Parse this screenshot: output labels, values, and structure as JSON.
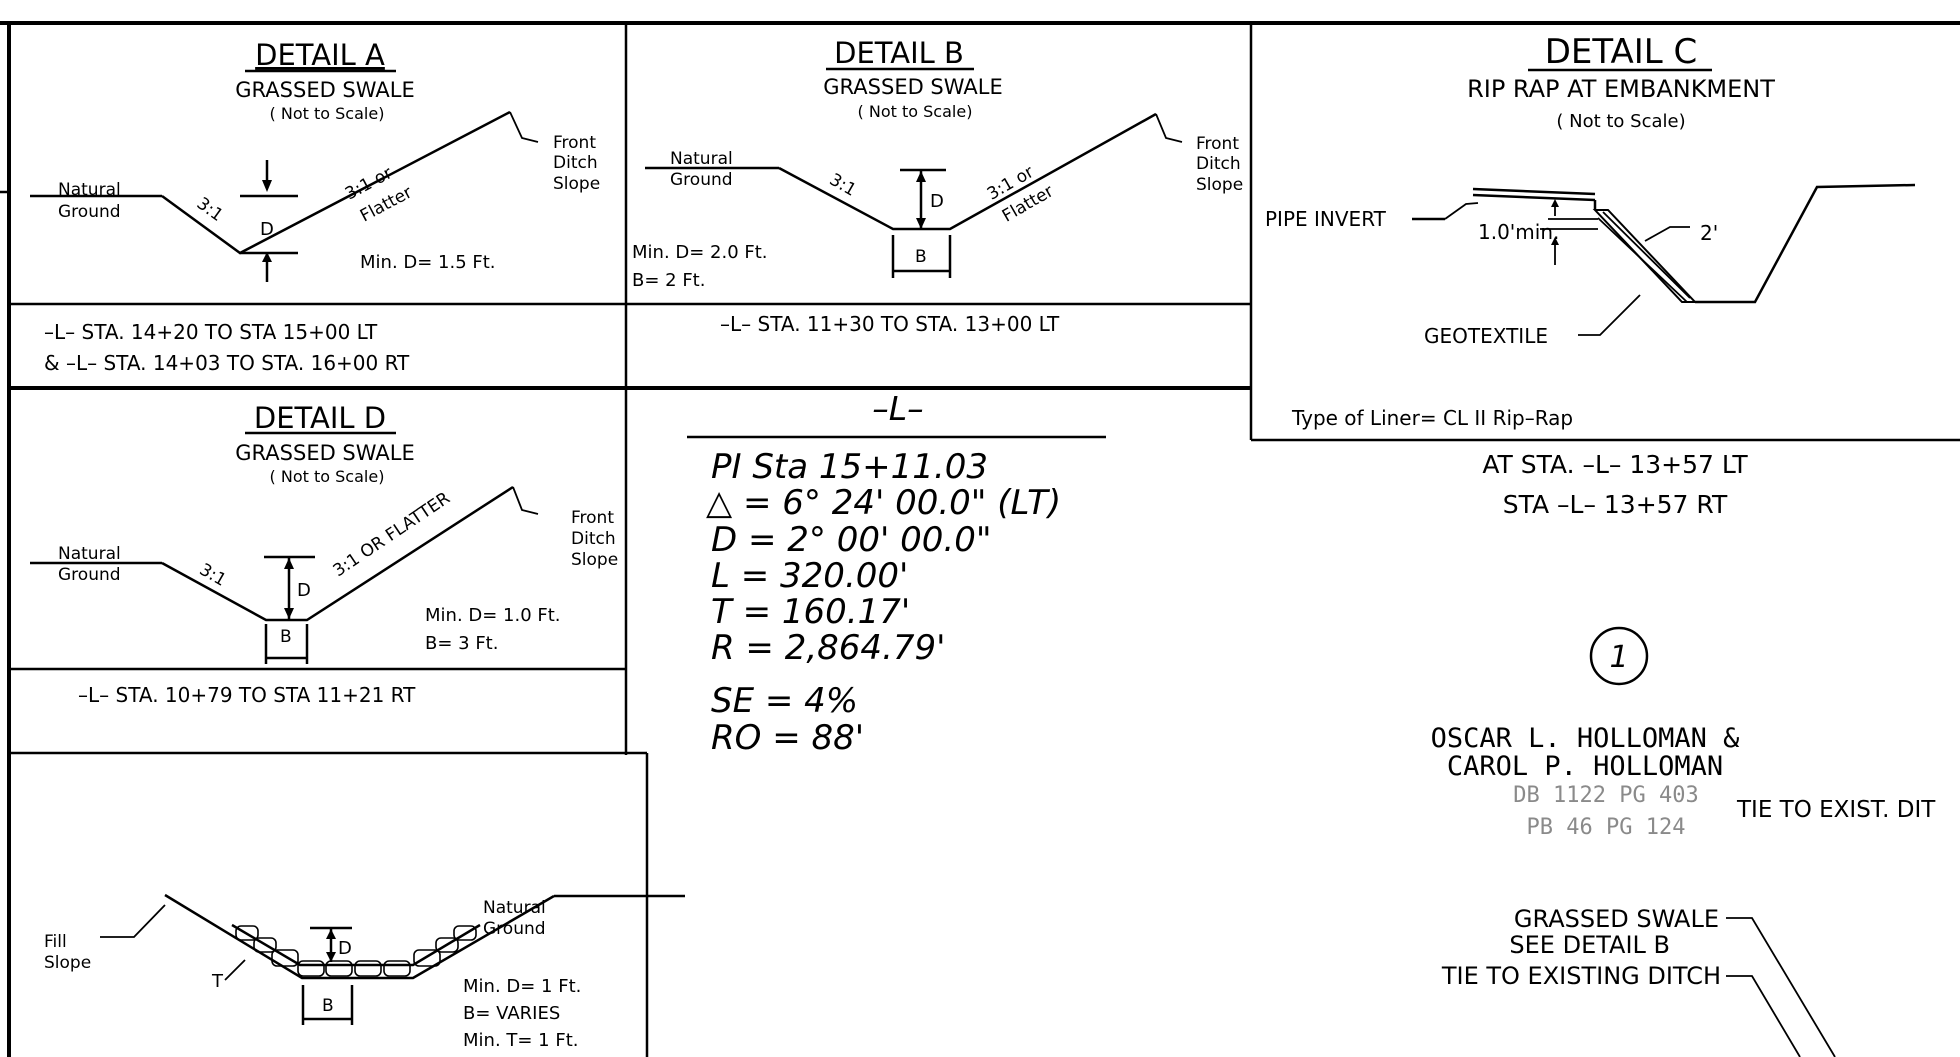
{
  "detail_a": {
    "title": "DETAIL  A",
    "subtitle": "GRASSED  SWALE",
    "scale": "( Not to  Scale)",
    "natural_ground": [
      "Natural",
      "Ground"
    ],
    "slope_left": "3:1",
    "slope_right": [
      "3:1 or",
      "Flatter"
    ],
    "depth_label": "D",
    "front_ditch_slope": [
      "Front",
      "Ditch",
      "Slope"
    ],
    "min_d": "Min. D=   1.5  Ft.",
    "stations": [
      "–L– STA. 14+20  TO   STA  15+00  LT",
      "& –L– STA. 14+03  TO   STA. 16+00  RT"
    ]
  },
  "detail_b": {
    "title": "DETAIL  B",
    "subtitle": "GRASSED  SWALE",
    "scale": "( Not to  Scale)",
    "natural_ground": [
      "Natural",
      "Ground"
    ],
    "slope_left": "3:1",
    "slope_right": [
      "3:1 or",
      "Flatter"
    ],
    "depth_label": "D",
    "base_label": "B",
    "front_ditch_slope": [
      "Front",
      "Ditch",
      "Slope"
    ],
    "min_d": "Min. D=    2.0  Ft.",
    "b_value": "B=   2  Ft.",
    "stations": [
      "–L–  STA. 11+30  TO   STA. 13+00  LT"
    ]
  },
  "detail_c": {
    "title": "DETAIL  C",
    "subtitle": "RIP  RAP  AT  EMBANKMENT",
    "scale": "( Not to  Scale)",
    "pipe_invert": "PIPE  INVERT",
    "min_label": "1.0'min.",
    "thickness": "2'",
    "geotextile": "GEOTEXTILE",
    "liner": "Type  of Liner=    CL II Rip–Rap",
    "stations": [
      "AT  STA.  –L–  13+57  LT",
      "STA   –L–  13+57  RT"
    ]
  },
  "detail_d": {
    "title": "DETAIL  D",
    "subtitle": "GRASSED  SWALE",
    "scale": "( Not to  Scale)",
    "natural_ground": [
      "Natural",
      "Ground"
    ],
    "slope_left": "3:1",
    "slope_right": "3:1 OR FLATTER",
    "depth_label": "D",
    "base_label": "B",
    "front_ditch_slope": [
      "Front",
      "Ditch",
      "Slope"
    ],
    "min_d": "Min. D=    1.0  Ft.",
    "b_value": "B=    3  Ft.",
    "stations": [
      "–L–  STA. 10+79  TO   STA   11+21  RT"
    ]
  },
  "detail_e": {
    "fill_slope": [
      "Fill",
      "Slope"
    ],
    "natural_ground": [
      "Natural",
      "Ground"
    ],
    "t_label": "T",
    "depth_label": "D",
    "base_label": "B",
    "min_d": "Min. D=    1  Ft.",
    "b_value": "B=    VARIES",
    "min_t": "Min. T=    1  Ft."
  },
  "curve_data": {
    "alignment": "–L–",
    "lines": [
      "PI Sta  15+11.03",
      "△  =  6° 24' 00.0\" (LT)",
      "D  =  2° 00' 00.0\"",
      "L  =  320.00'",
      "T  =  160.17'",
      "R  =  2,864.79'",
      "SE  =  4%",
      "RO  =  88'"
    ]
  },
  "sheet": {
    "sheet_number": "1",
    "owner": [
      "OSCAR  L. HOLLOMAN &",
      "CAROL  P. HOLLOMAN"
    ],
    "deed": [
      "DB  1122  PG  403",
      "PB  46  PG  124"
    ],
    "tie_to_exist": "TIE TO EXIST. DIT",
    "callout_swale": [
      "GRASSED SWALE",
      "SEE DETAIL B"
    ],
    "callout_tie": "TIE TO EXISTING DITCH"
  }
}
